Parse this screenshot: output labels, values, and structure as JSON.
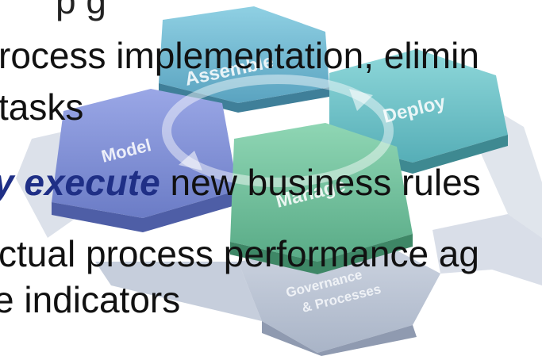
{
  "slide": {
    "lines": [
      "rocess implementation, elimin",
      "tasks",
      "new business rules",
      "ctual process performance ag",
      "e indicators"
    ],
    "emphasis": "y execute",
    "top_fragment": "p              g"
  },
  "graphic": {
    "hexagons": {
      "assemble": "Assemble",
      "deploy": "Deploy",
      "model": "Model",
      "manage": "Manage"
    },
    "governance": [
      "Governance",
      "& Processes"
    ]
  },
  "colors": {
    "assemble": "#6fb6cf",
    "deploy": "#6cc2c8",
    "model": "#7f8fd6",
    "manage": "#6fbf9c",
    "base": "#b9c3d4",
    "text": "#111111",
    "emphasis": "#1f2f86"
  }
}
